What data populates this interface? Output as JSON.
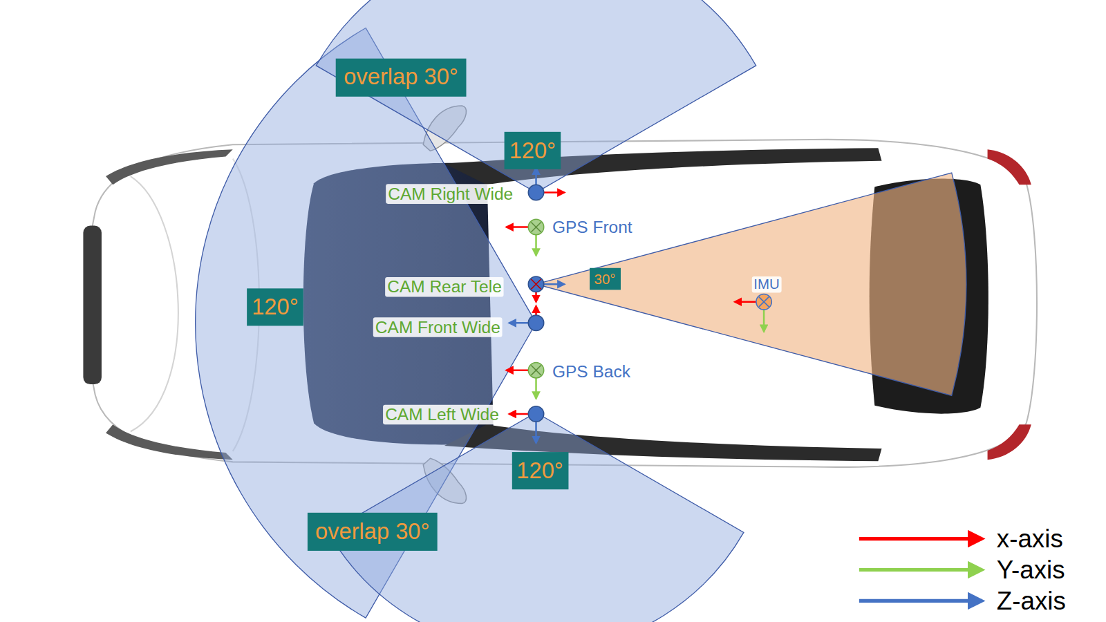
{
  "diagram": {
    "nodes": [
      {
        "text": [
          "overlap 30°"
        ]
      },
      {
        "text": [
          "120°"
        ]
      },
      {
        "text": [
          "30°"
        ]
      },
      {
        "text": [
          "120°"
        ]
      },
      {
        "text": [
          "120°"
        ]
      },
      {
        "text": [
          "overlap 30°"
        ]
      }
    ],
    "labels": [
      "CAM Right Wide",
      "GPS Front",
      "CAM Rear Tele",
      "IMU",
      "CAM Front Wide",
      "GPS Back",
      "CAM Left Wide"
    ],
    "legend": [
      {
        "text": "x-axis"
      },
      {
        "text": "Y-axis"
      },
      {
        "text": "Z-axis"
      }
    ]
  }
}
